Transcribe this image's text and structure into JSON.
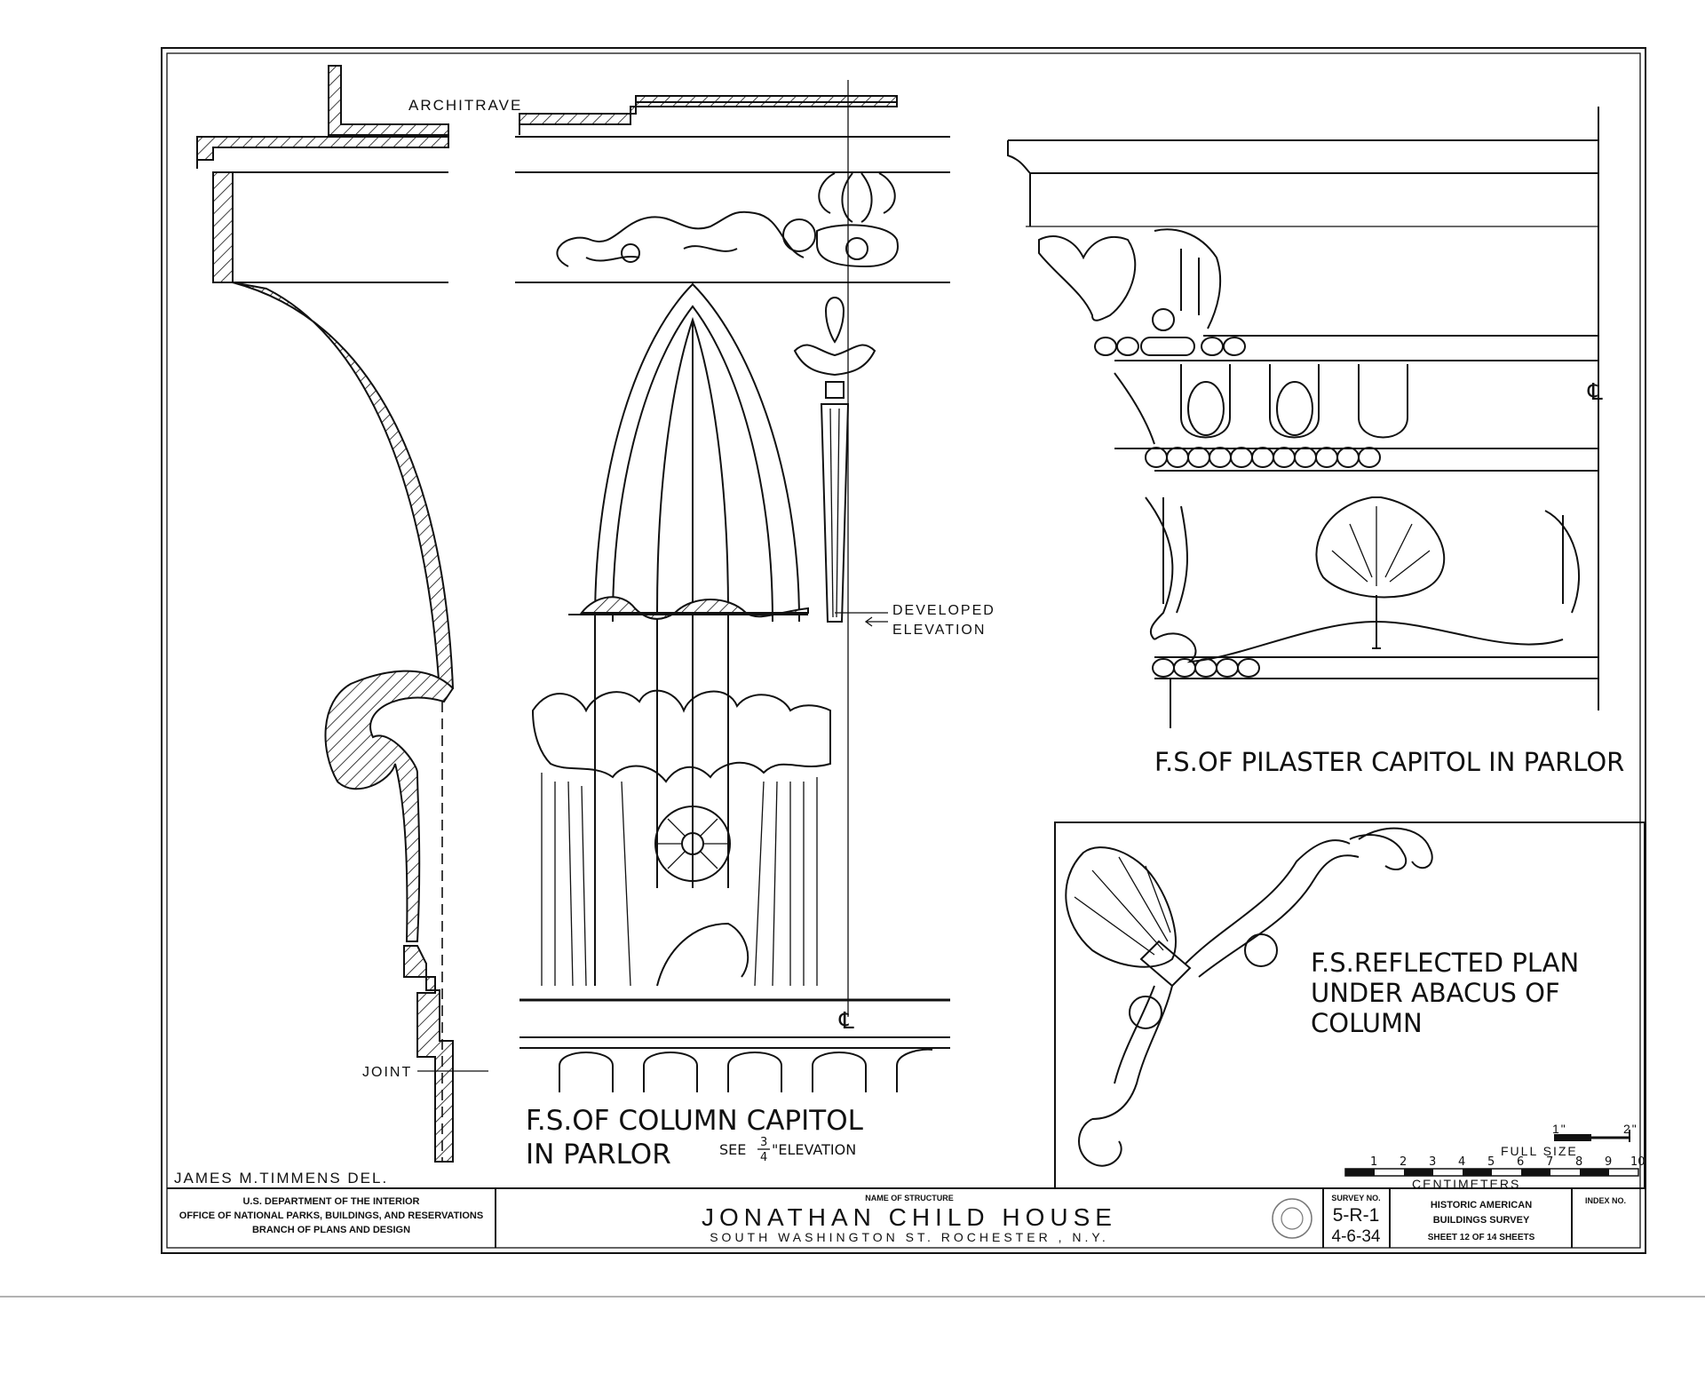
{
  "drawing": {
    "labels": {
      "architrave": "ARCHITRAVE",
      "developed_elevation_1": "DEVELOPED",
      "developed_elevation_2": "ELEVATION",
      "joint": "JOINT",
      "column_capitol_1": "F.S.OF COLUMN CAPITOL",
      "column_capitol_2": "IN PARLOR",
      "column_see": "SEE",
      "column_frac_num": "3",
      "column_frac_den": "4",
      "column_see_elev": "\"ELEVATION",
      "pilaster_capitol": "F.S.OF PILASTER CAPITOL IN PARLOR",
      "reflected_plan_1": "F.S.REFLECTED PLAN",
      "reflected_plan_2": "UNDER ABACUS OF",
      "reflected_plan_3": "COLUMN",
      "centerline_1": "℄",
      "centerline_2": "℄",
      "delineator": "JAMES M.TIMMENS DEL."
    },
    "scale": {
      "inch_1": "1\"",
      "inch_2": "2\"",
      "full_size": "FULL SIZE",
      "centimeters": "CENTIMETERS",
      "cm_ticks": [
        "1",
        "2",
        "3",
        "4",
        "5",
        "6",
        "7",
        "8",
        "9",
        "10"
      ]
    }
  },
  "title_block": {
    "agency_1": "U.S. DEPARTMENT OF THE INTERIOR",
    "agency_2": "OFFICE OF NATIONAL PARKS, BUILDINGS, AND RESERVATIONS",
    "agency_3": "BRANCH OF PLANS AND DESIGN",
    "name_caption": "NAME OF STRUCTURE",
    "structure_name": "JONATHAN CHILD HOUSE",
    "structure_location": "SOUTH WASHINGTON ST. ROCHESTER , N.Y.",
    "survey_caption": "SURVEY NO.",
    "survey_no": "5-R-1",
    "survey_date": "4-6-34",
    "habs_1": "HISTORIC AMERICAN",
    "habs_2": "BUILDINGS SURVEY",
    "sheet_text": "SHEET 12 OF 14 SHEETS",
    "index_caption": "INDEX NO."
  }
}
